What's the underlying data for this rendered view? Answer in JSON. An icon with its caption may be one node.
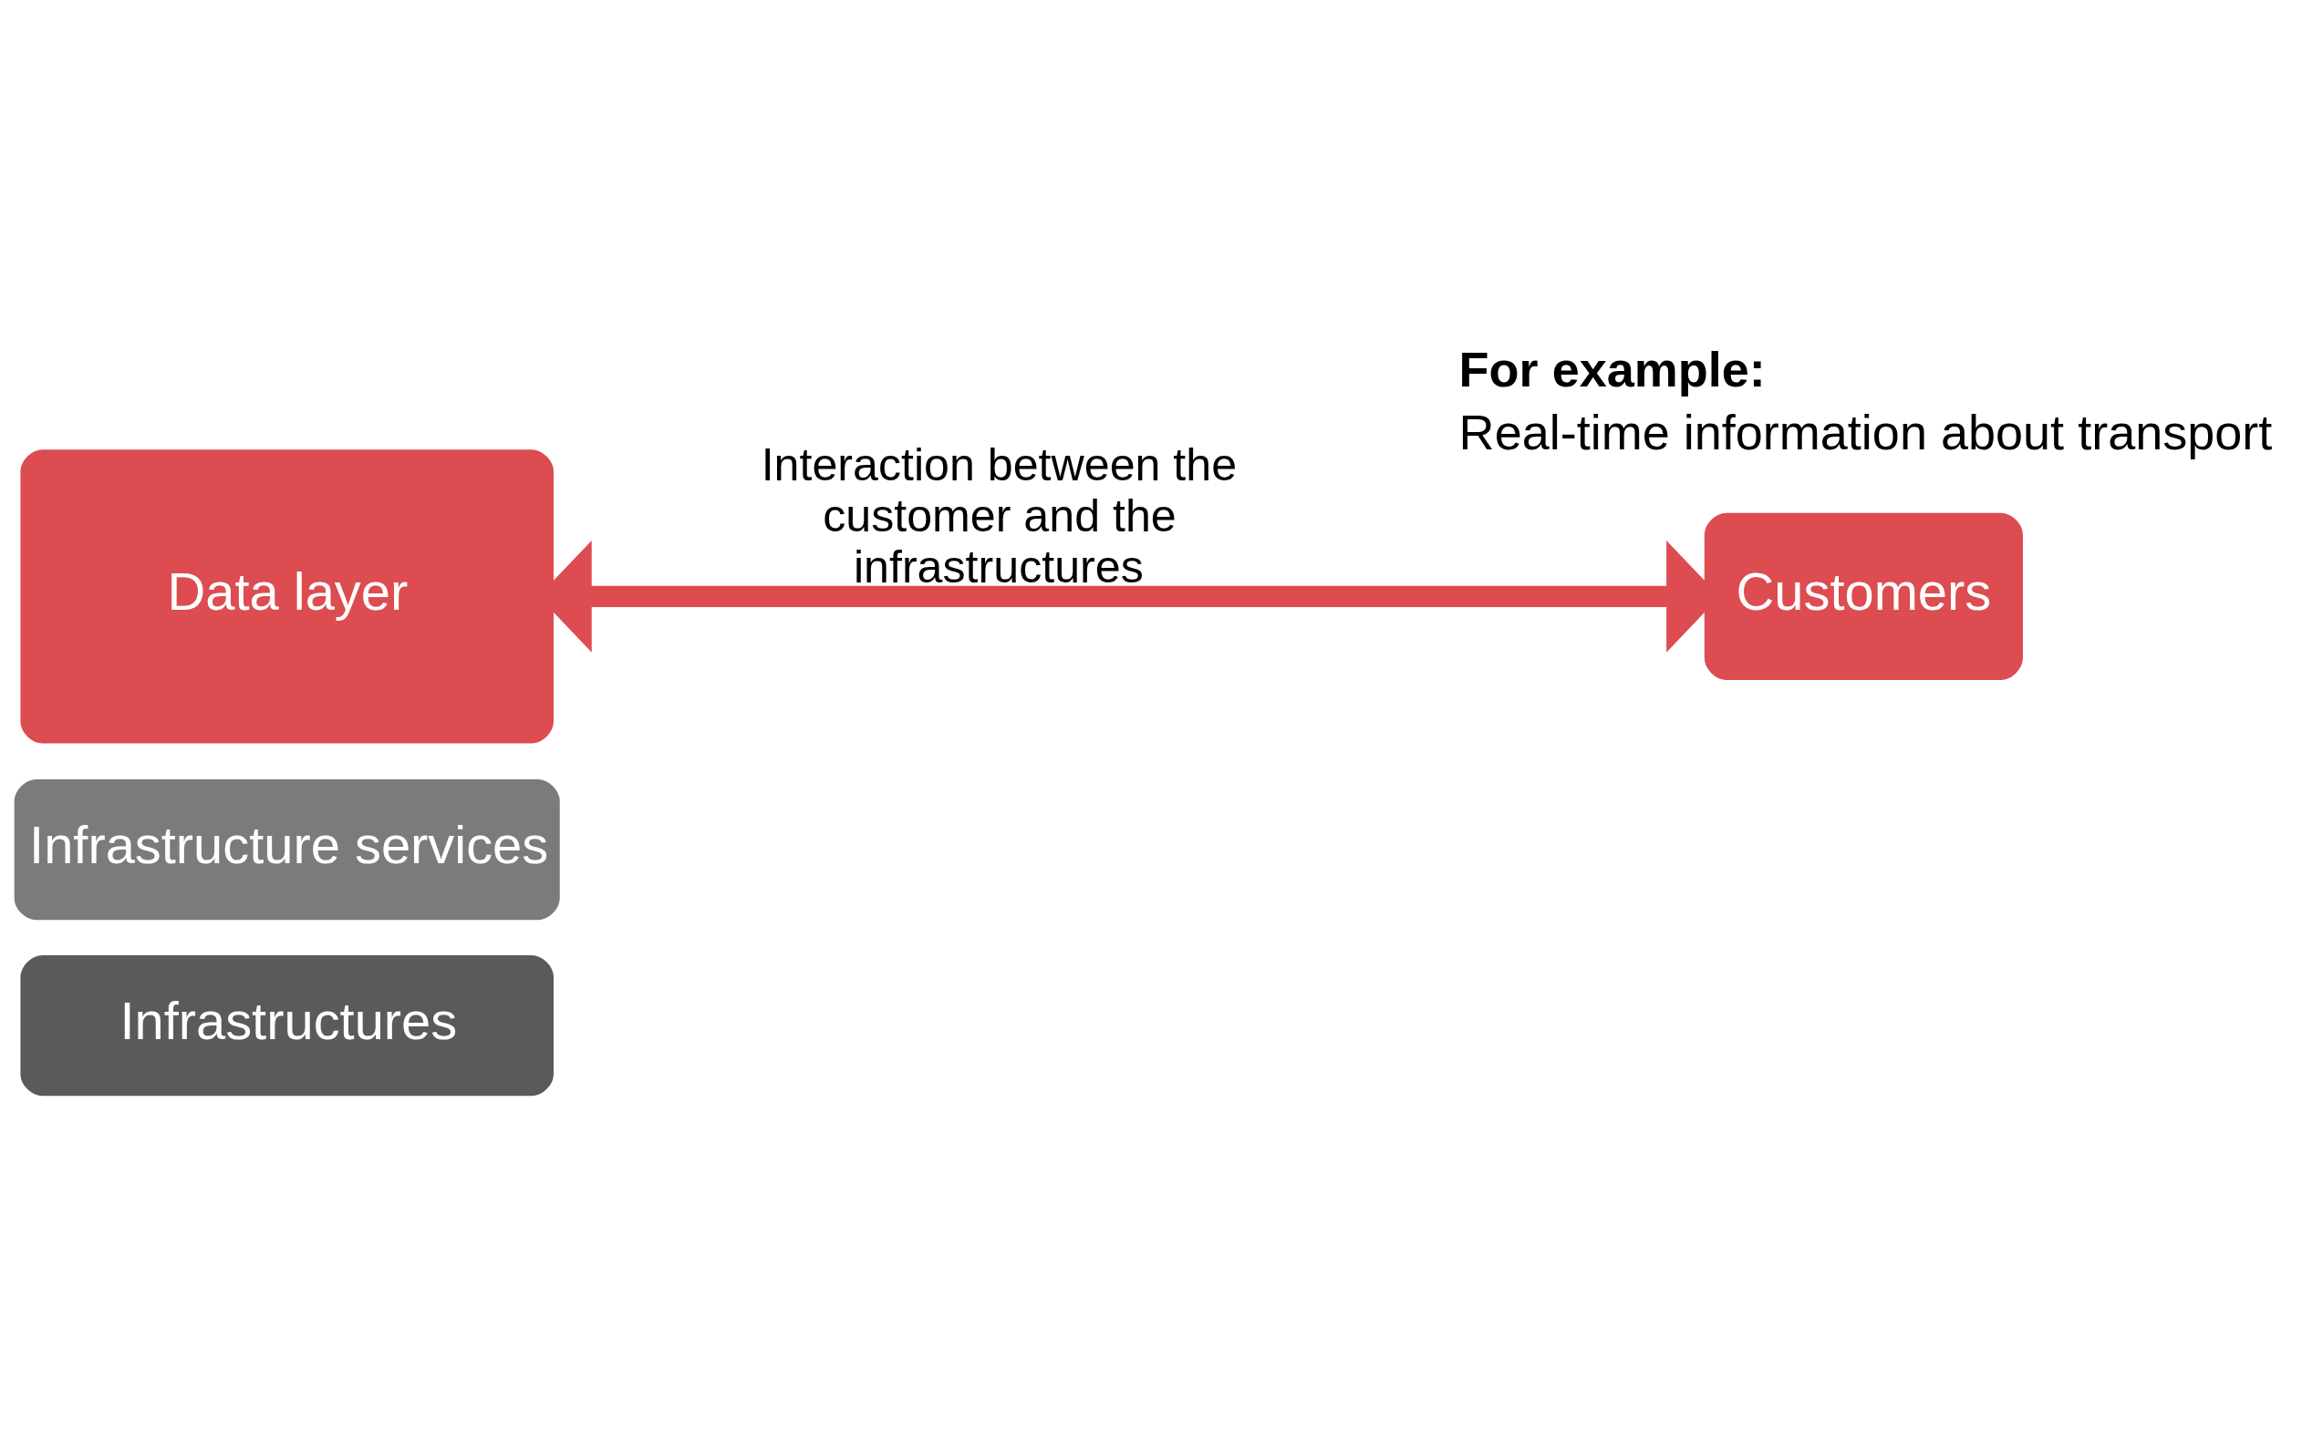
{
  "diagram": {
    "nodes": [
      {
        "text": [
          "Data layer"
        ]
      },
      {
        "text": [
          "Customers"
        ]
      },
      {
        "text": [
          "Infrastructure services"
        ]
      },
      {
        "text": [
          "Infrastructures"
        ]
      }
    ],
    "edges": [
      {
        "from": 0,
        "to": 1,
        "arrow": "both",
        "label": "Interaction between the customer and the infrastructures",
        "color": "#dc4c51"
      }
    ],
    "labels": [
      "For example:",
      "Real-time information about transport"
    ]
  }
}
